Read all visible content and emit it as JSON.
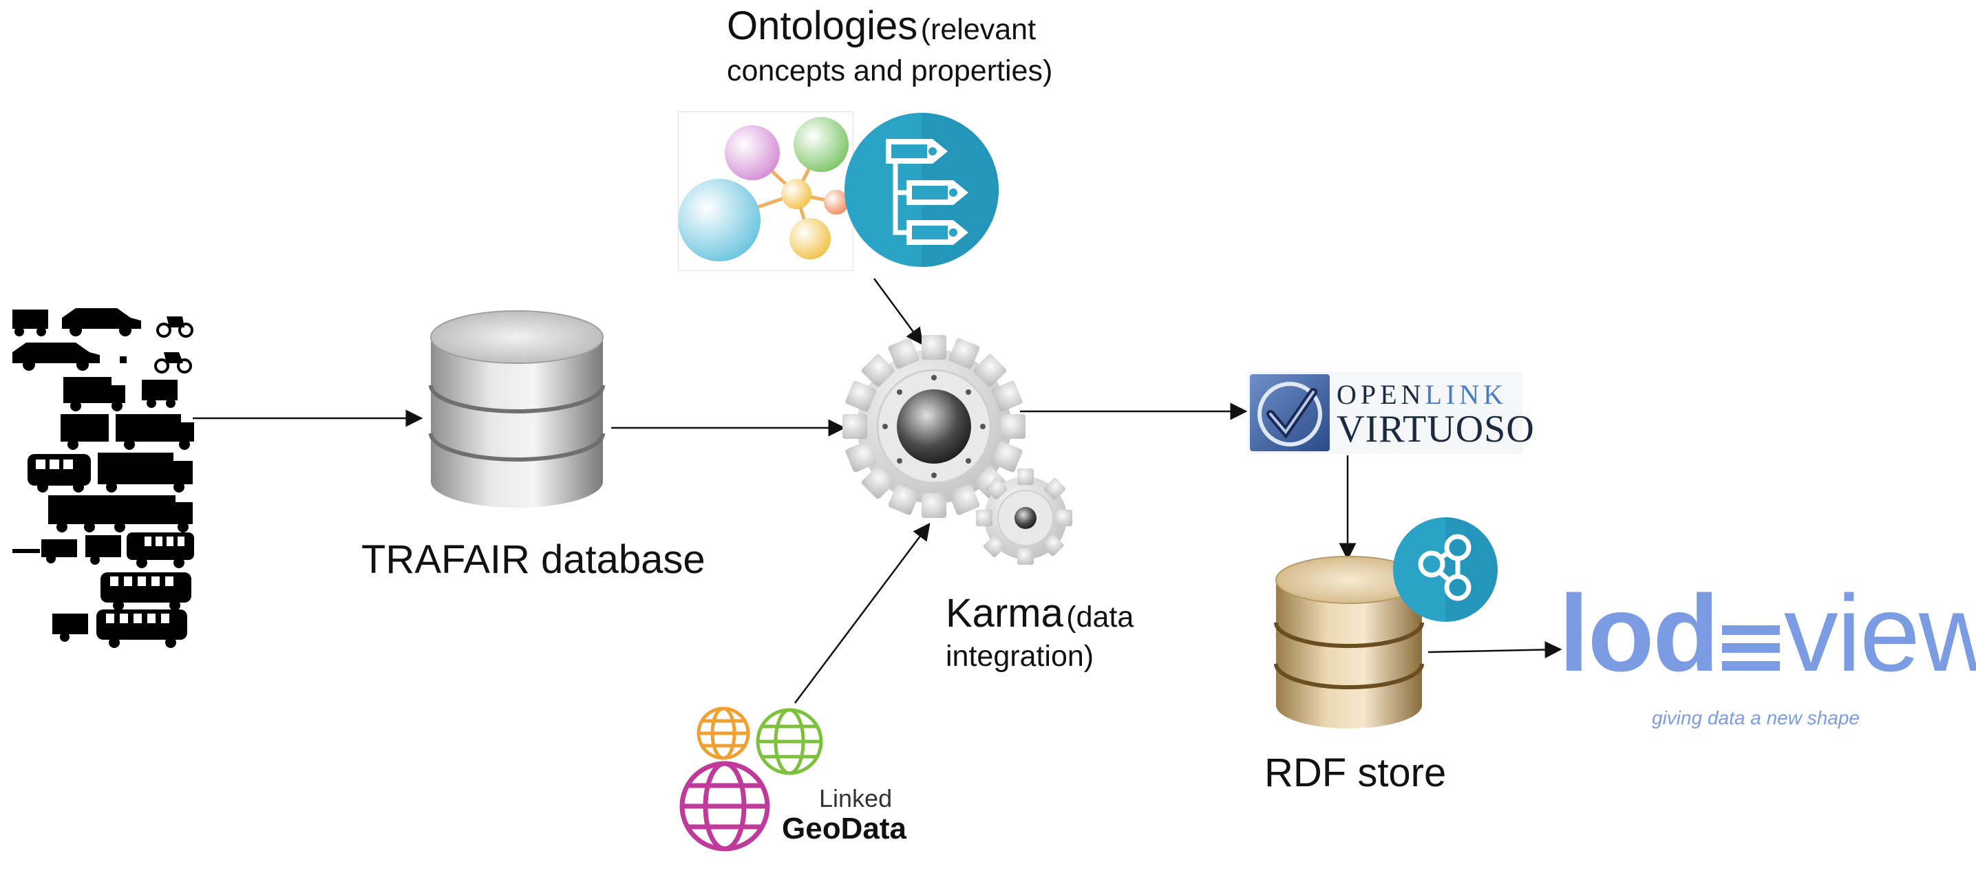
{
  "ontologies": {
    "title": "Ontologies",
    "paren_line1": "(relevant",
    "line2": "concepts and properties)"
  },
  "trafair": {
    "label": "TRAFAIR database"
  },
  "karma": {
    "title": "Karma",
    "paren_line1": "(data",
    "line2": "integration)"
  },
  "virtuoso": {
    "logo_top_a": "OPEN",
    "logo_top_b": "LINK",
    "logo_bottom": "VIRTUOSO"
  },
  "rdf_store": {
    "label": "RDF store"
  },
  "lodview": {
    "word_a": "lod",
    "word_b": "view",
    "tagline": "giving data a new shape"
  },
  "linkedgeodata": {
    "line1": "Linked",
    "line2": "GeoData"
  },
  "colors": {
    "teal": "#2aa3c7",
    "lod_blue": "#7b9ce3",
    "grey_db": "#bfbfbf",
    "tan_db": "#d9c39a"
  }
}
